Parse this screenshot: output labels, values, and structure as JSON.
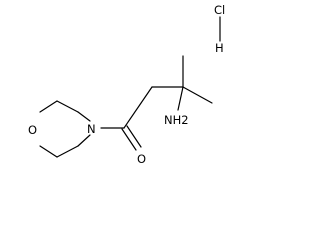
{
  "molecule": {
    "atoms": {
      "chlorine": "Cl",
      "hydrogen": "H",
      "ring_oxygen": "O",
      "ring_nitrogen": "N",
      "carbonyl_oxygen": "O",
      "amine": "NH2"
    },
    "colors": {
      "bond": "#000000",
      "label": "#000000",
      "background": "#ffffff"
    }
  }
}
